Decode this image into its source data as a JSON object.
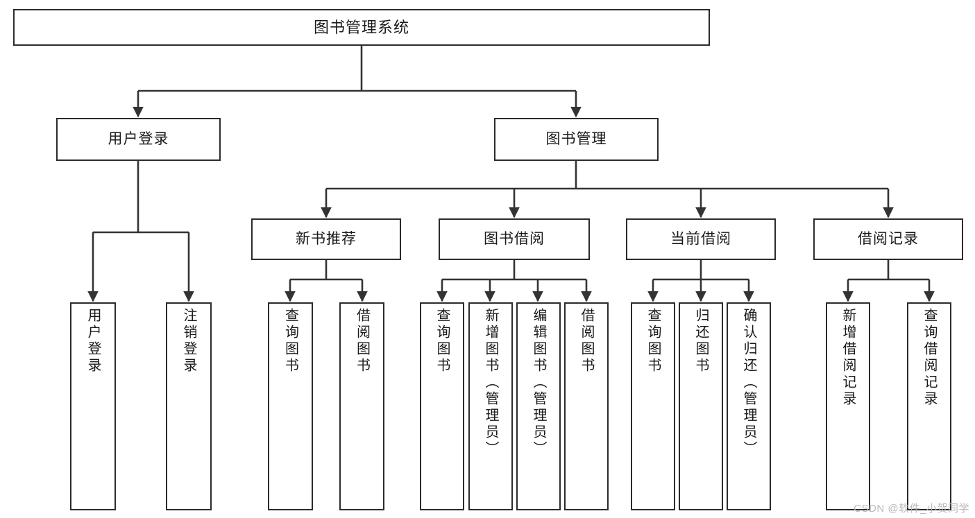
{
  "diagram": {
    "title": "图书管理系统",
    "type": "tree",
    "watermark": "CSDN @软件_小贺同学",
    "colors": {
      "box_border": "#2b2b2b",
      "box_fill": "#ffffff",
      "edge": "#333333",
      "text": "#1a1a1a",
      "watermark": "#b9b9b9",
      "background": "#ffffff"
    },
    "levels": {
      "root": "图书管理系统",
      "level2": [
        "用户登录",
        "图书管理"
      ],
      "level3": [
        "新书推荐",
        "图书借阅",
        "当前借阅",
        "借阅记录"
      ]
    },
    "nodes": {
      "root": {
        "label": "图书管理系统"
      },
      "user_login": {
        "label": "用户登录"
      },
      "book_manage": {
        "label": "图书管理"
      },
      "new_book_rec": {
        "label": "新书推荐"
      },
      "book_borrow": {
        "label": "图书借阅"
      },
      "current_borrow": {
        "label": "当前借阅"
      },
      "borrow_record": {
        "label": "借阅记录"
      },
      "leaf_user_login": {
        "label": "用户登录"
      },
      "leaf_user_logout": {
        "label": "注销登录"
      },
      "leaf_nb_query": {
        "label": "查询图书"
      },
      "leaf_nb_borrow": {
        "label": "借阅图书"
      },
      "leaf_bb_query": {
        "label": "查询图书"
      },
      "leaf_bb_add": {
        "label": "新增图书（管理员）"
      },
      "leaf_bb_edit": {
        "label": "编辑图书（管理员）"
      },
      "leaf_bb_borrow": {
        "label": "借阅图书"
      },
      "leaf_cb_query": {
        "label": "查询图书"
      },
      "leaf_cb_return": {
        "label": "归还图书"
      },
      "leaf_cb_confirm": {
        "label": "确认归还（管理员）"
      },
      "leaf_br_add": {
        "label": "新增借阅记录"
      },
      "leaf_br_query": {
        "label": "查询借阅记录"
      }
    },
    "edges": [
      {
        "from": "root",
        "to": "user_login"
      },
      {
        "from": "root",
        "to": "book_manage"
      },
      {
        "from": "user_login",
        "to": "leaf_user_login"
      },
      {
        "from": "user_login",
        "to": "leaf_user_logout"
      },
      {
        "from": "book_manage",
        "to": "new_book_rec"
      },
      {
        "from": "book_manage",
        "to": "book_borrow"
      },
      {
        "from": "book_manage",
        "to": "current_borrow"
      },
      {
        "from": "book_manage",
        "to": "borrow_record"
      },
      {
        "from": "new_book_rec",
        "to": "leaf_nb_query"
      },
      {
        "from": "new_book_rec",
        "to": "leaf_nb_borrow"
      },
      {
        "from": "book_borrow",
        "to": "leaf_bb_query"
      },
      {
        "from": "book_borrow",
        "to": "leaf_bb_add"
      },
      {
        "from": "book_borrow",
        "to": "leaf_bb_edit"
      },
      {
        "from": "book_borrow",
        "to": "leaf_bb_borrow"
      },
      {
        "from": "current_borrow",
        "to": "leaf_cb_query"
      },
      {
        "from": "current_borrow",
        "to": "leaf_cb_return"
      },
      {
        "from": "current_borrow",
        "to": "leaf_cb_confirm"
      },
      {
        "from": "borrow_record",
        "to": "leaf_br_add"
      },
      {
        "from": "borrow_record",
        "to": "leaf_br_query"
      }
    ]
  }
}
